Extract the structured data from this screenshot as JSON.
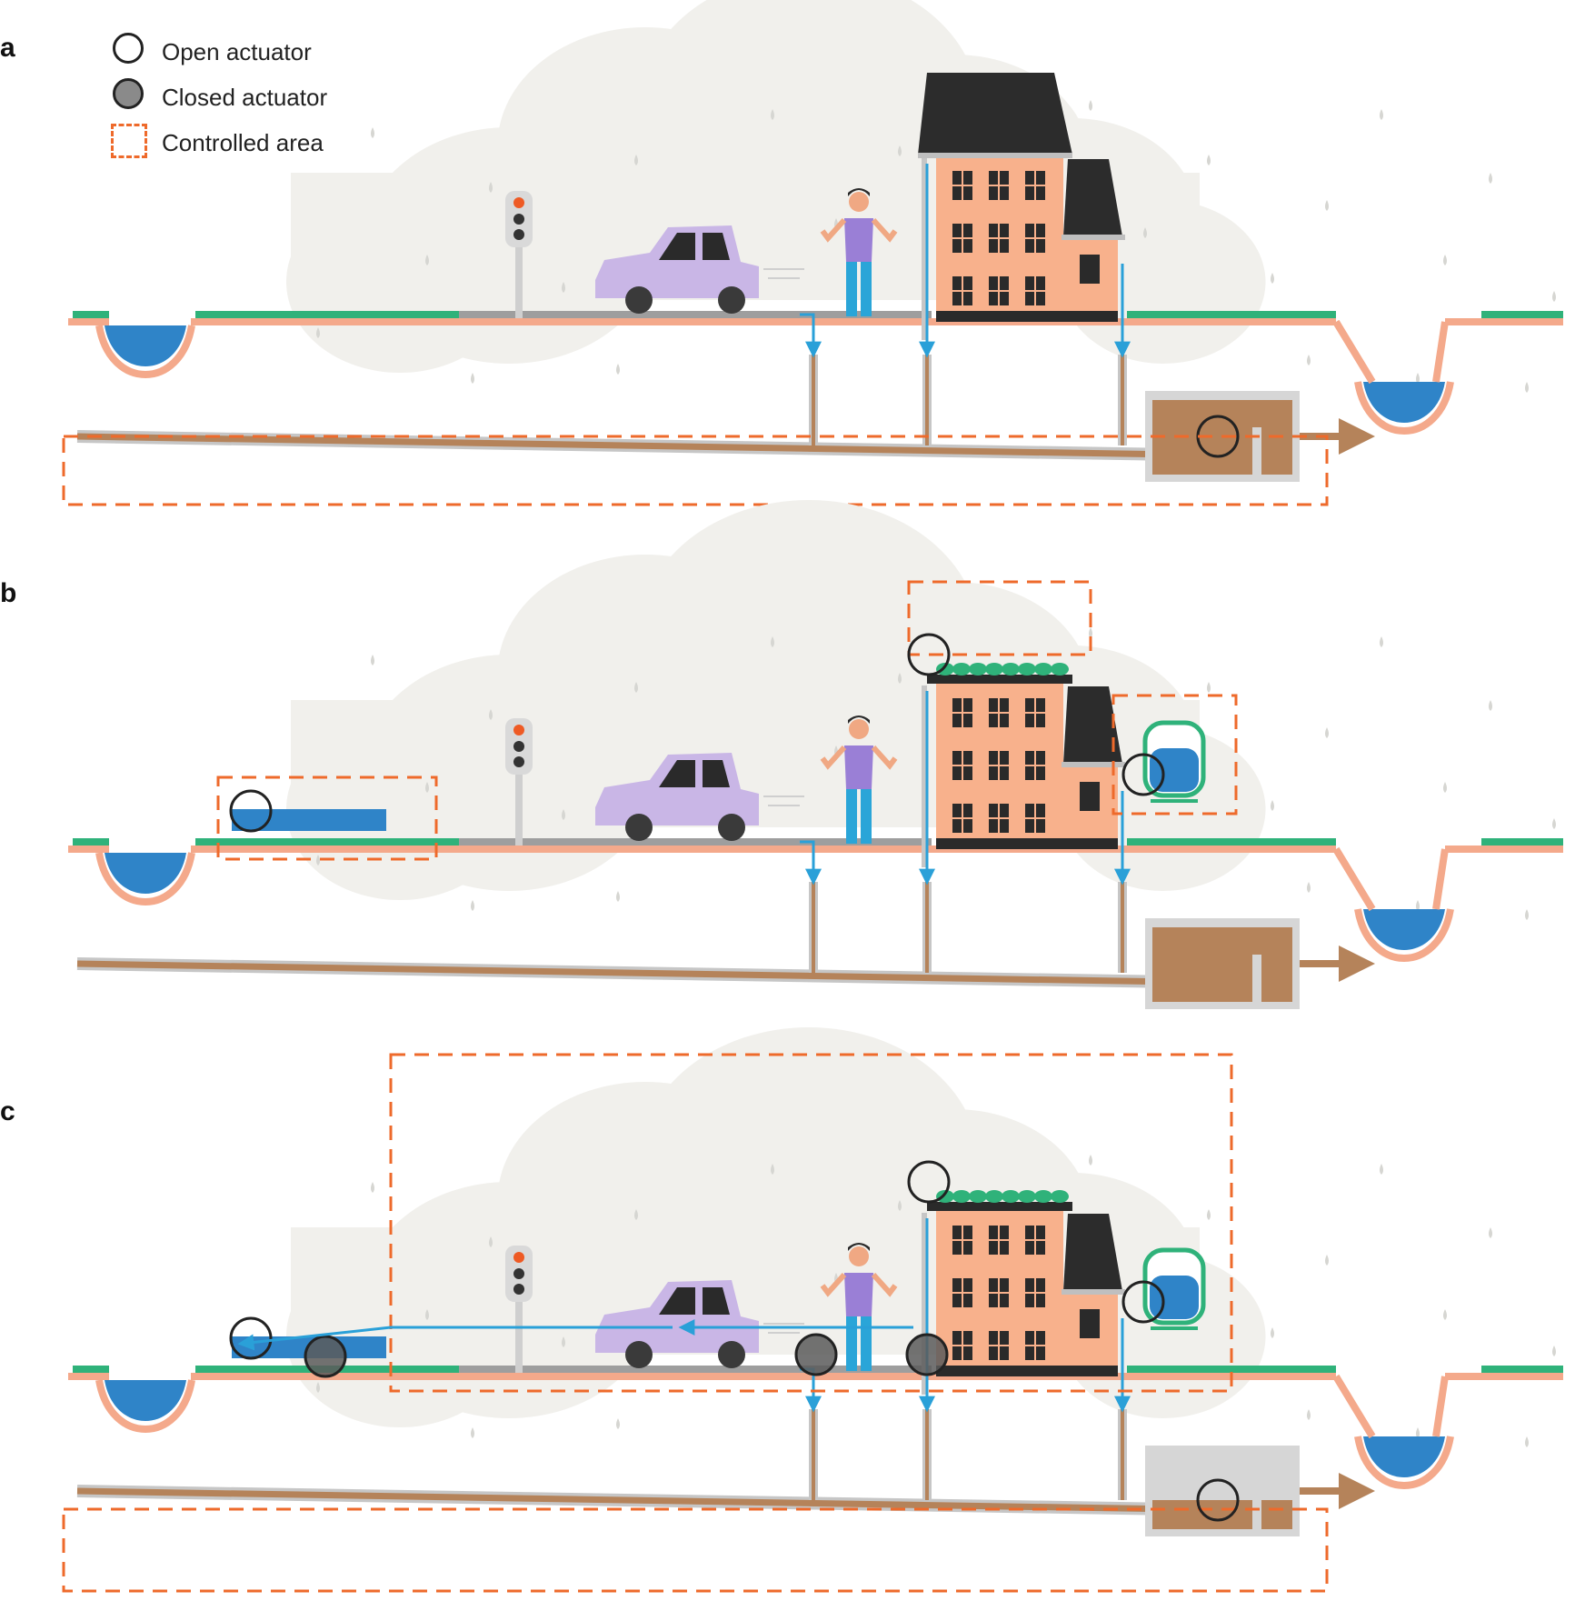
{
  "panels": [
    {
      "label": "a",
      "actuators": [
        {
          "state": "open",
          "role": "storage-tank-outlet"
        }
      ]
    },
    {
      "label": "b",
      "actuators": [
        {
          "state": "open",
          "role": "green-roof"
        },
        {
          "state": "open",
          "role": "rain-barrel"
        },
        {
          "state": "open",
          "role": "detention-pond"
        }
      ]
    },
    {
      "label": "c",
      "actuators": [
        {
          "state": "open",
          "role": "green-roof"
        },
        {
          "state": "open",
          "role": "rain-barrel"
        },
        {
          "state": "open",
          "role": "detention-pond"
        },
        {
          "state": "open",
          "role": "storage-tank-outlet"
        },
        {
          "state": "closed",
          "role": "pond-drain"
        },
        {
          "state": "closed",
          "role": "street-inlet"
        },
        {
          "state": "closed",
          "role": "downspout-inlet"
        }
      ]
    }
  ],
  "legend": {
    "open": "Open actuator",
    "closed": "Closed actuator",
    "area": "Controlled area"
  },
  "colors": {
    "ground": "#f4a98b",
    "grass": "#2fb27a",
    "water": "#2f84c8",
    "flow_arrow": "#2aa0d8",
    "sewer": "#b5835a",
    "pipe_shell": "#c6c6c6",
    "control_area": "#ee6a2b",
    "car": "#c9b6e6",
    "building_wall": "#f8b18c",
    "roof": "#2c2c2c",
    "cloud": "#f1f0ec",
    "traffic_light_red": "#ee5a24"
  },
  "icons": [
    "cloud-icon",
    "rain-drop-icon",
    "traffic-light-icon",
    "car-icon",
    "person-icon",
    "building-icon",
    "rain-barrel-icon",
    "storage-tank-icon",
    "pond-icon"
  ]
}
